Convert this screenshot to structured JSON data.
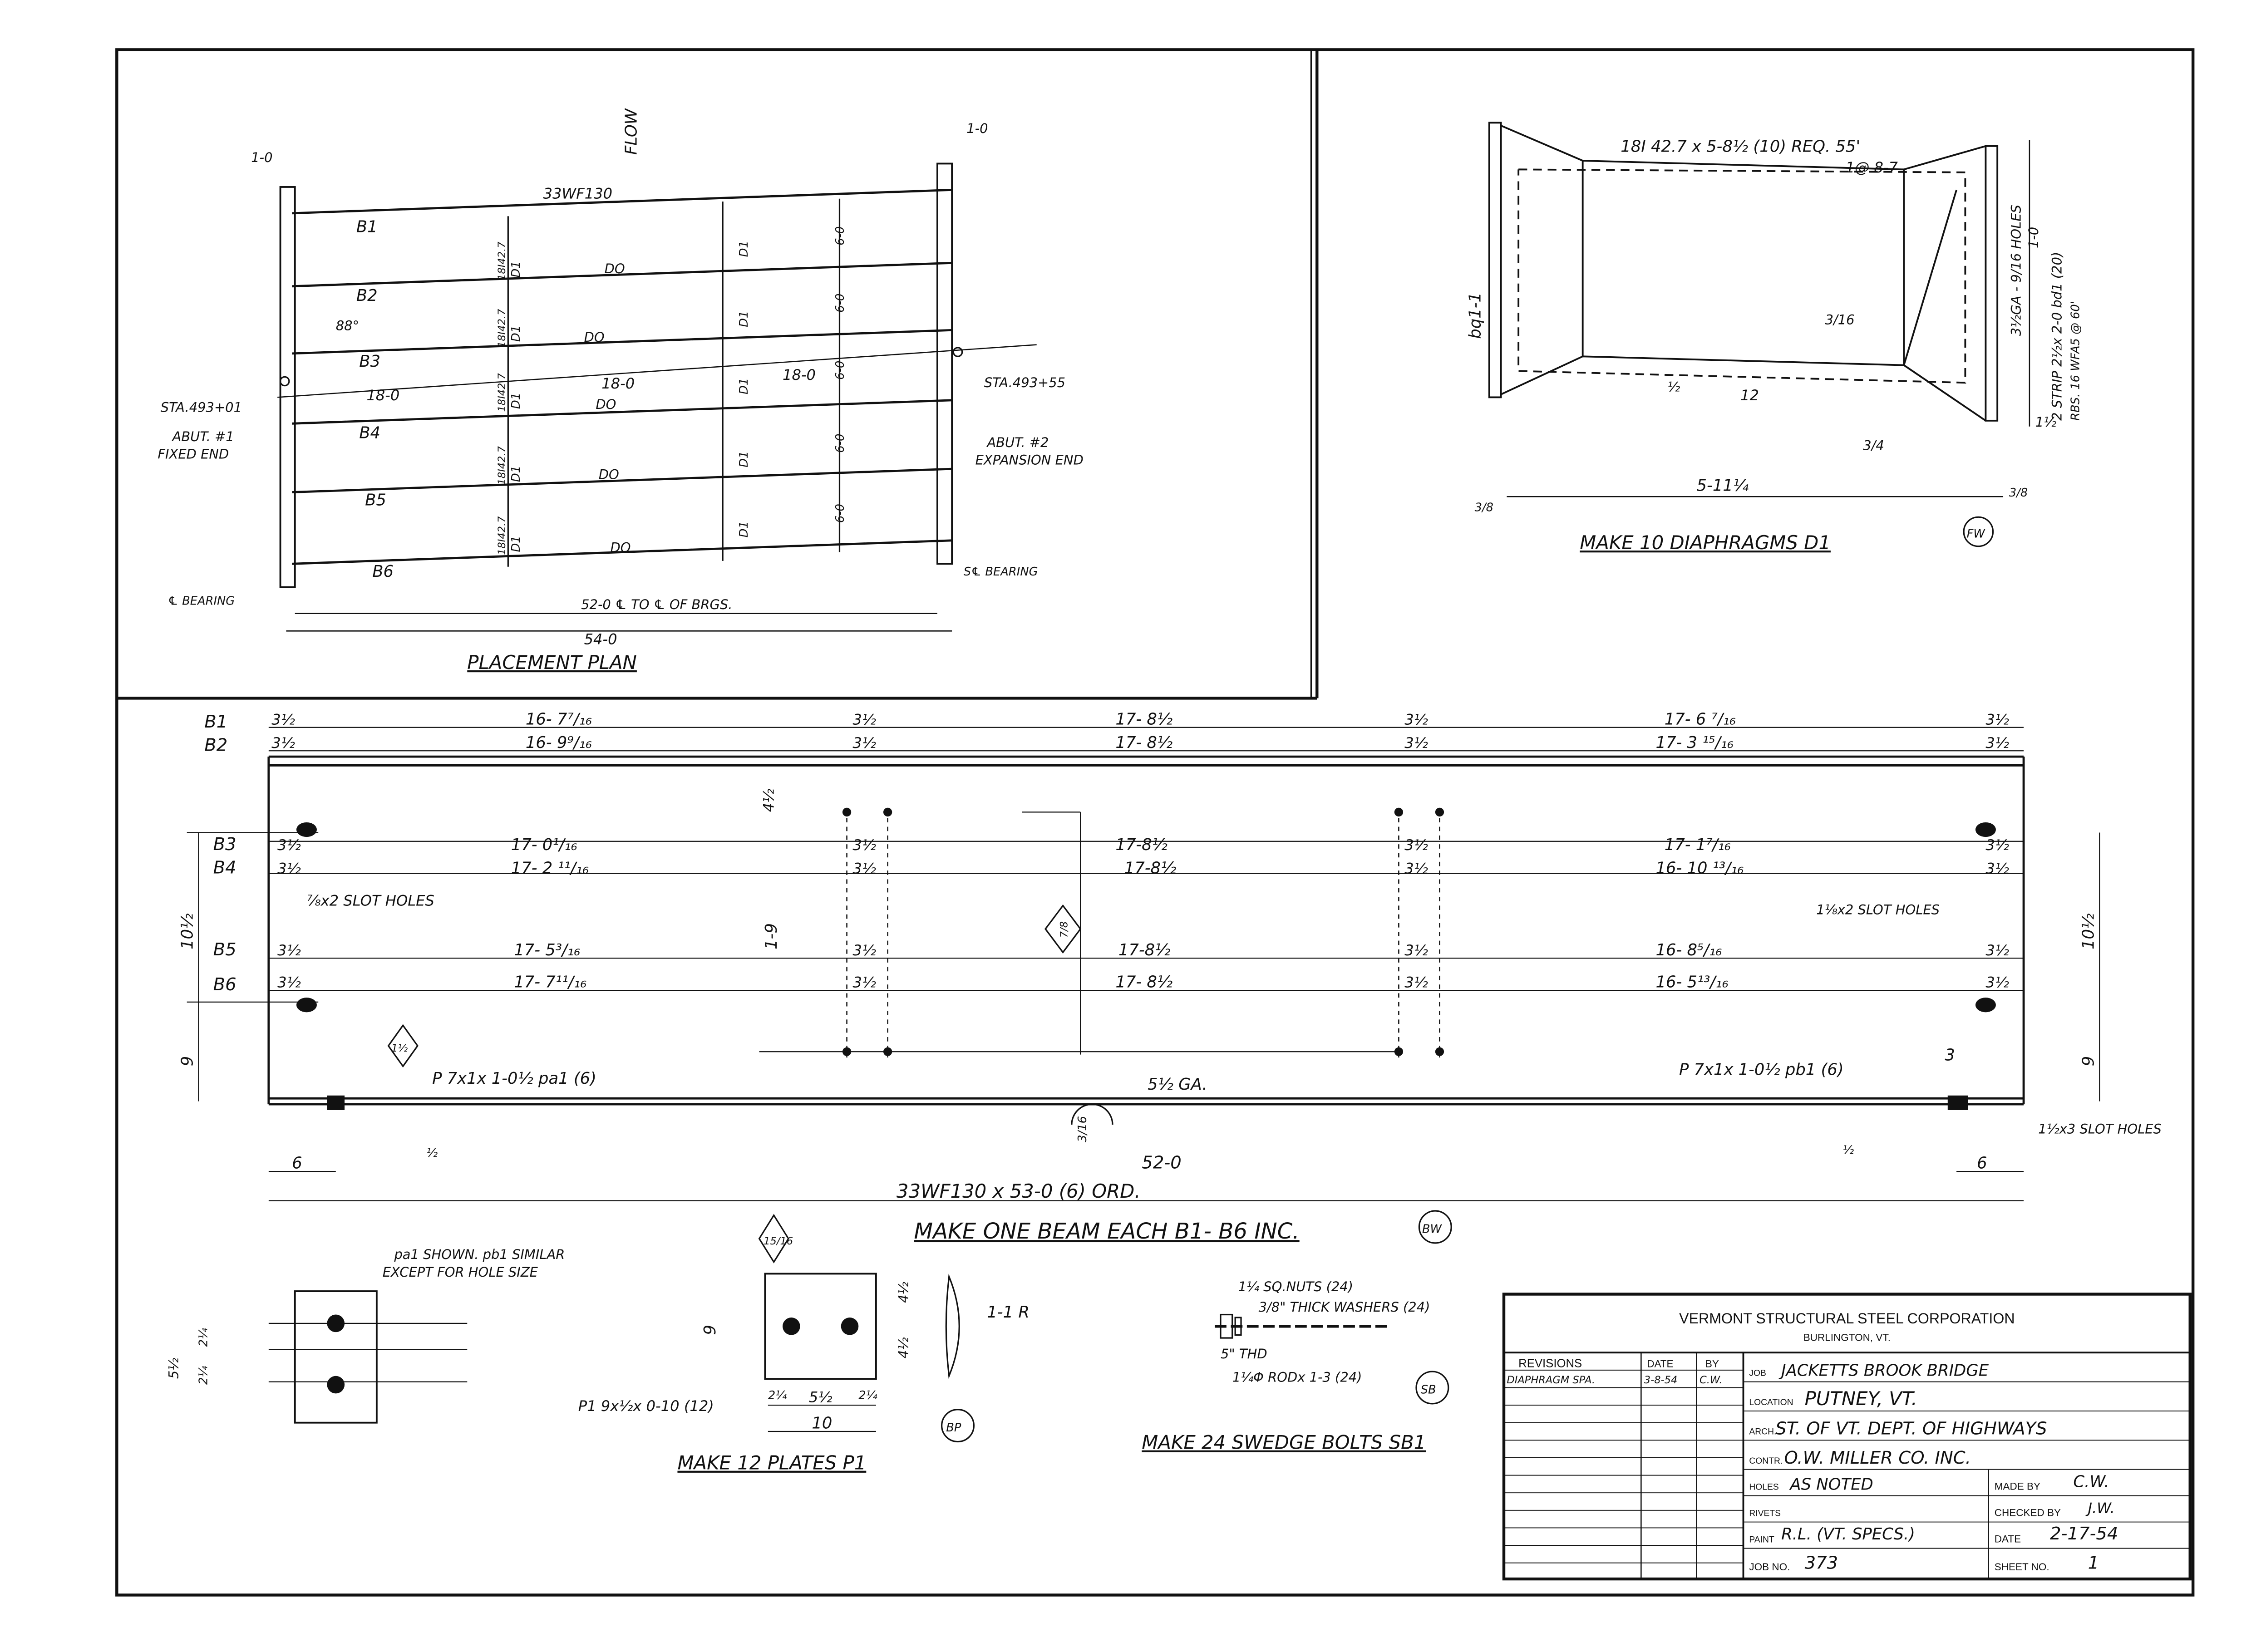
{
  "placement_plan": {
    "title": "PLACEMENT PLAN",
    "flow": "FLOW",
    "beam_size": "33WF130",
    "beams": [
      "B1",
      "B2",
      "B3",
      "B4",
      "B5",
      "B6"
    ],
    "diaphragm_label": "DO",
    "d1_label": "D1",
    "d1_note": "18I42.7",
    "d1_vert": "D1",
    "spacing": "6-0",
    "span_segments": [
      "18-0",
      "18-0",
      "18-0"
    ],
    "angle": "88°",
    "left_overhang": "1-0",
    "right_overhang": "1-0",
    "sta_left": "STA.493+01",
    "sta_right": "STA.493+55",
    "abut1_line1": "ABUT. #1",
    "abut1_line2": "FIXED END",
    "abut2_line1": "ABUT. #2",
    "abut2_line2": "EXPANSION END",
    "bearing_left": "℄ BEARING",
    "bearing_right": "S℄ BEARING",
    "dim_cl": "52-0 ℄ TO ℄ OF BRGS.",
    "dim_total": "54-0"
  },
  "diaphragm": {
    "callout_line1": "18I 42.7 x 5-8½ (10) REQ. 55'",
    "callout_line2": "1@ 8-7",
    "vertical_left": "bq1-1",
    "right_line1": "3½GA - 9/16 HOLES",
    "right_line2": "1-0",
    "right_line3": "2 STRIP 2½x 2-0 bd1 (20)",
    "right_line4": "RBS. 16 WFA5 @ 60'",
    "weld1": "3/16",
    "weld2": "3/4",
    "half": "½",
    "twelve": "12",
    "overall": "5-11¼",
    "left_end": "3/8",
    "right_end": "3/8",
    "one_half": "1½",
    "title": "MAKE 10 DIAPHRAGMS D1",
    "badge": "FW"
  },
  "beam_elevation": {
    "rows": [
      {
        "label": "B1",
        "dims": [
          "3½",
          "16- 7⁷/₁₆",
          "3½",
          "17- 8½",
          "3½",
          "17- 6 ⁷/₁₆",
          "3½"
        ]
      },
      {
        "label": "B2",
        "dims": [
          "3½",
          "16- 9⁹/₁₆",
          "3½",
          "17- 8½",
          "3½",
          "17- 3 ¹⁵/₁₆",
          "3½"
        ]
      },
      {
        "label": "B3",
        "dims": [
          "3½",
          "17- 0¹/₁₆",
          "3½",
          "17-8½",
          "3½",
          "17- 1⁷/₁₆",
          "3½"
        ]
      },
      {
        "label": "B4",
        "dims": [
          "3½",
          "17- 2 ¹¹/₁₆",
          "3½",
          "17-8½",
          "3½",
          "16- 10 ¹³/₁₆",
          "3½"
        ]
      },
      {
        "label": "B5",
        "dims": [
          "3½",
          "17- 5³/₁₆",
          "3½",
          "17-8½",
          "3½",
          "16- 8⁵/₁₆",
          "3½"
        ]
      },
      {
        "label": "B6",
        "dims": [
          "3½",
          "17- 7¹¹/₁₆",
          "3½",
          "17- 8½",
          "3½",
          "16- 5¹³/₁₆",
          "3½"
        ]
      }
    ],
    "slot_left": "⅞x2 SLOT HOLES",
    "slot_right": "1⅛x2 SLOT HOLES",
    "dim_10h": "10½",
    "dim_9": "9",
    "dim_4h": "4½",
    "dim_1_9": "1-9",
    "diamond_note": "7/8",
    "plate_left": "P 7x1x 1-0½ pa1 (6)",
    "plate_right": "P 7x1x 1-0½ pb1 (6)",
    "plate_left_tag": "1½",
    "ga_note": "5½ GA.",
    "center_mark": "3/16",
    "weld_note": "½",
    "right_top": "3",
    "right_slot": "1½x3 SLOT HOLES",
    "dim_6_left": "6",
    "dim_6_right": "6",
    "dim_52": "52-0",
    "overall": "33WF130 x 53-0 (6) ORD.",
    "title": "MAKE ONE BEAM EACH B1- B6 INC.",
    "badge": "BW"
  },
  "plate_detail": {
    "note_line1": "pa1 SHOWN. pb1 SIMILAR",
    "note_line2": "EXCEPT FOR HOLE SIZE",
    "dim_5h": "5½",
    "dim_2a": "2¼",
    "dim_2b": "2¼"
  },
  "plates_p1": {
    "diamond": "15/16",
    "height": "9",
    "dim_4a": "4½",
    "dim_4b": "4½",
    "radius": "1-1 R",
    "dim_2a": "2¼",
    "dim_5h": "5½",
    "dim_2b": "2¼",
    "width": "10",
    "callout": "P1 9x½x 0-10 (12)",
    "title": "MAKE 12 PLATES P1",
    "badge": "BP"
  },
  "swedge_bolts": {
    "nuts": "1¼ SQ.NUTS (24)",
    "washers": "3/8\" THICK WASHERS (24)",
    "thd": "5\" THD",
    "rod": "1¼Φ RODx 1-3 (24)",
    "title": "MAKE 24 SWEDGE BOLTS SB1",
    "badge": "SB"
  },
  "title_block": {
    "company": "VERMONT STRUCTURAL STEEL CORPORATION",
    "city": "BURLINGTON, VT.",
    "rev_header": "REVISIONS",
    "date_header": "DATE",
    "by_header": "BY",
    "rev_entry": "DIAPHRAGM SPA.",
    "rev_date": "3-8-54",
    "rev_by": "C.W.",
    "job_label": "JOB",
    "job": "JACKETTS BROOK BRIDGE",
    "location_label": "LOCATION",
    "location": "PUTNEY, VT.",
    "architect_label": "ARCH.",
    "architect": "ST. OF VT. DEPT. OF HIGHWAYS",
    "contractor_label": "CONTR.",
    "contractor": "O.W. MILLER CO. INC.",
    "holes_label": "HOLES",
    "holes": "AS NOTED",
    "made_by_label": "MADE BY",
    "made_by": "C.W.",
    "rivets_label": "RIVETS",
    "checked_by_label": "CHECKED BY",
    "checked_by": "J.W.",
    "paint_label": "PAINT",
    "paint": "R.L. (VT. SPECS.)",
    "date_label": "DATE",
    "date": "2-17-54",
    "job_no_label": "JOB NO.",
    "job_no": "373",
    "sheet_no_label": "SHEET NO.",
    "sheet_no": "1"
  }
}
